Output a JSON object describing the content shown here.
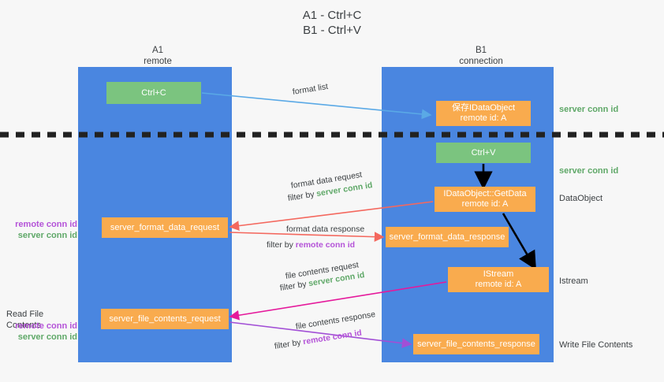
{
  "title": "A1 - Ctrl+C\nB1 - Ctrl+V",
  "columns": {
    "left": {
      "name": "A1",
      "role": "remote",
      "label": "A1\nremote"
    },
    "right": {
      "name": "B1",
      "role": "connection",
      "label": "B1\nconnection"
    }
  },
  "boxes": {
    "ctrl_c": "Ctrl+C",
    "save_data_object": "保存IDataObject\nremote id: A",
    "ctrl_v": "Ctrl+V",
    "get_data": "IDataObject::GetData\nremote id: A",
    "istream": "IStream\nremote id: A",
    "server_format_data_request": "server_format_data_request",
    "server_format_data_response": "server_format_data_response",
    "server_file_contents_request": "server_file_contents_request",
    "server_file_contents_response": "server_file_contents_response"
  },
  "arrow_labels": {
    "format_list": "format list",
    "format_data_request": "format data request",
    "format_data_request_filter_prefix": "filter by ",
    "format_data_request_filter_value": "server conn id",
    "format_data_response": "format data response",
    "format_data_response_filter_prefix": "filter by ",
    "format_data_response_filter_value": "remote conn id",
    "file_contents_request": "file contents request",
    "file_contents_request_filter_prefix": "filter by ",
    "file_contents_request_filter_value": "server conn id",
    "file_contents_response": "file contents response",
    "file_contents_response_filter_prefix": "filter by ",
    "file_contents_response_filter_value": "remote conn id"
  },
  "side_labels": {
    "right_server_conn_id_top": "server conn id",
    "right_server_conn_id_mid": "server conn id",
    "data_object": "DataObject",
    "istream": "Istream",
    "write_file_contents": "Write File Contents",
    "read_file_contents": "Read File Contents",
    "remote_conn_id": "remote conn id",
    "server_conn_id": "server conn id"
  },
  "colors": {
    "lane": "#4a86e0",
    "green_box": "#7bc47f",
    "orange_box": "#f9ab4e",
    "green_text": "#5fa868",
    "purple_text": "#b453d8",
    "arrow_blue": "#5aa9e6",
    "arrow_red": "#f4685e",
    "arrow_magenta": "#e5199b",
    "arrow_purple": "#a24fd6",
    "arrow_black": "#000000",
    "background": "#f7f7f7"
  }
}
